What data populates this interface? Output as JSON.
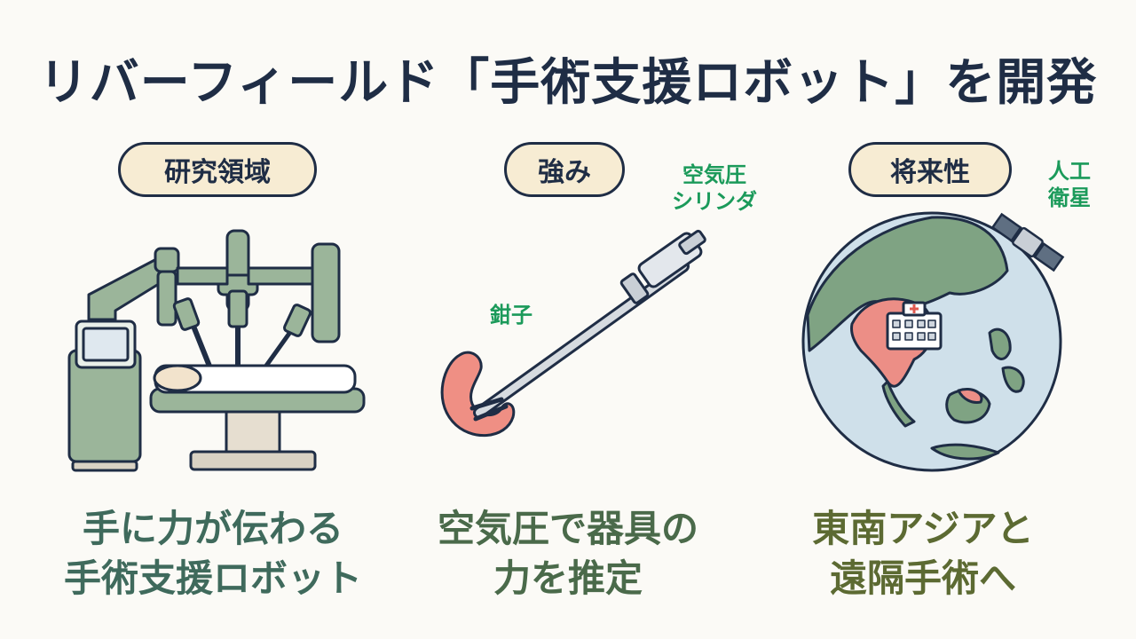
{
  "title": "リバーフィールド「手術支援ロボット」を開発",
  "sections": [
    {
      "badge": "研究領域",
      "caption_line1": "手に力が伝わる",
      "caption_line2": "手術支援ロボット",
      "icon": "surgical-robot-illustration"
    },
    {
      "badge": "強み",
      "label_cylinder_line1": "空気圧",
      "label_cylinder_line2": "シリンダ",
      "label_forceps": "鉗子",
      "caption_line1": "空気圧で器具の",
      "caption_line2": "力を推定",
      "icon": "pneumatic-forceps-illustration"
    },
    {
      "badge": "将来性",
      "label_satellite_line1": "人工",
      "label_satellite_line2": "衛星",
      "caption_line1": "東南アジアと",
      "caption_line2": "遠隔手術へ",
      "icon": "globe-satellite-illustration"
    }
  ],
  "colors": {
    "navy": "#1f2d45",
    "label_green": "#1b9a5a",
    "robot_green": "#9bb59a",
    "badge_fill": "#f7ecd3",
    "stomach": "#ef8f84"
  }
}
